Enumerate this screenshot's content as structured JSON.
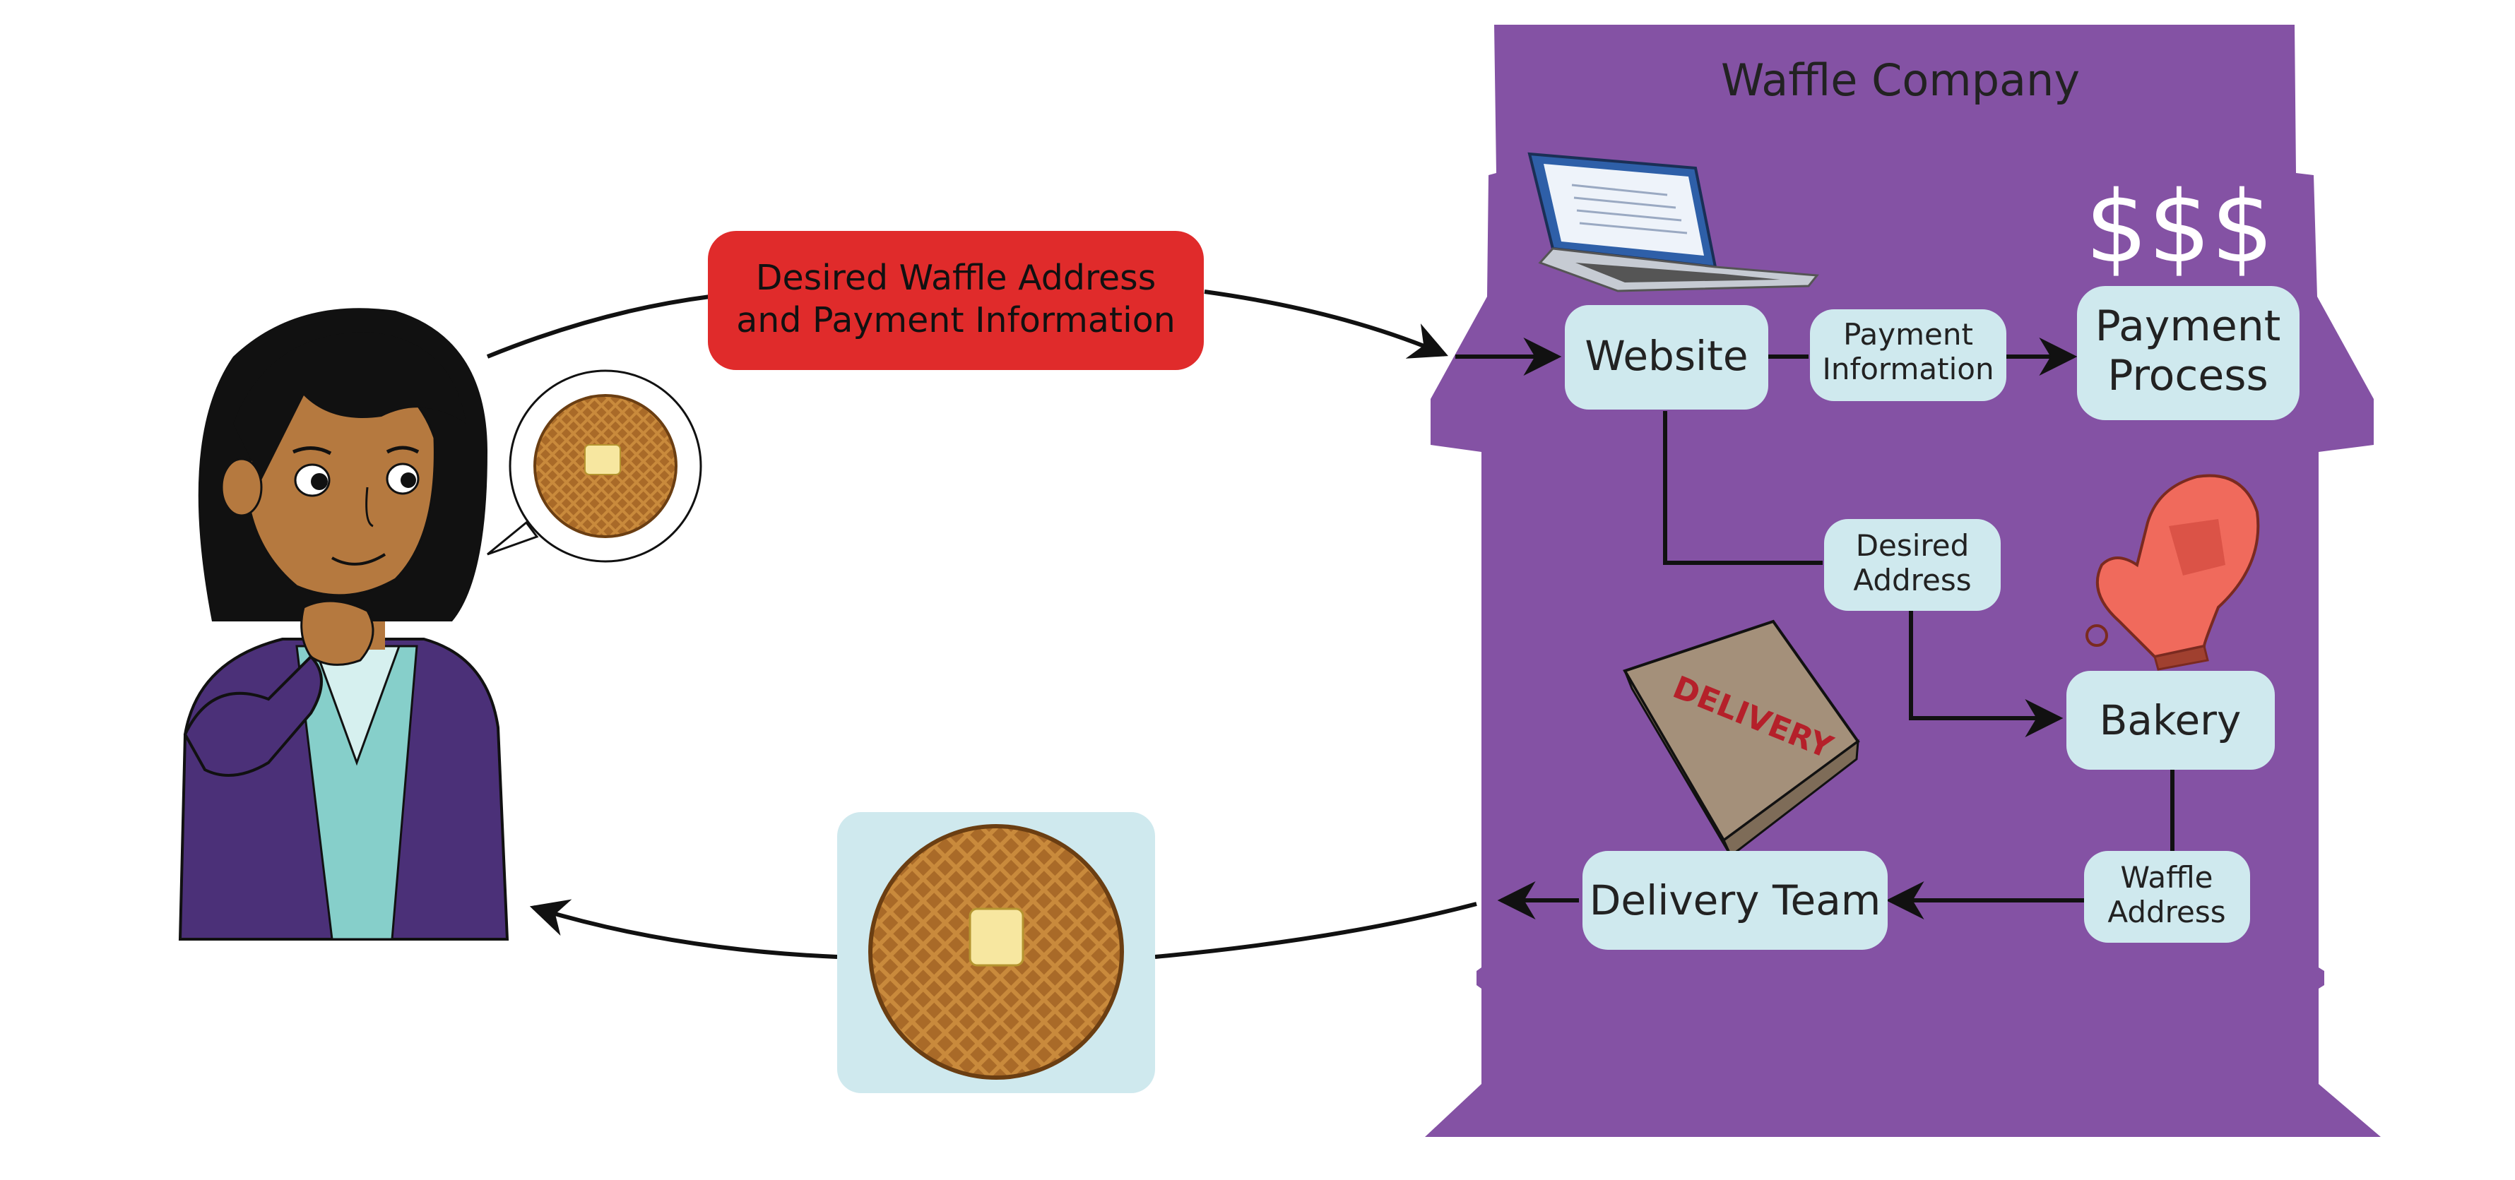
{
  "company": {
    "title": "Waffle Company"
  },
  "top_message": {
    "line1": "Desired Waffle Address",
    "line2": "and Payment Information"
  },
  "nodes": {
    "website": "Website",
    "payment_info": {
      "line1": "Payment",
      "line2": "Information"
    },
    "payment_process": {
      "line1": "Payment",
      "line2": "Process"
    },
    "desired_address": {
      "line1": "Desired",
      "line2": "Address"
    },
    "bakery": "Bakery",
    "waffle_address": {
      "line1": "Waffle",
      "line2": "Address"
    },
    "delivery_team": "Delivery Team"
  },
  "dollars": "$$$",
  "box_label": "DELIVERY",
  "colors": {
    "purple": "#8452a4",
    "node_fill": "#cfe9ee",
    "red_label": "#e02b2b",
    "arrow": "#111111"
  },
  "icons": [
    "customer-illustration",
    "speech-bubble-waffle",
    "laptop-icon",
    "oven-mitt-icon",
    "delivery-box-icon",
    "waffle-icon"
  ]
}
